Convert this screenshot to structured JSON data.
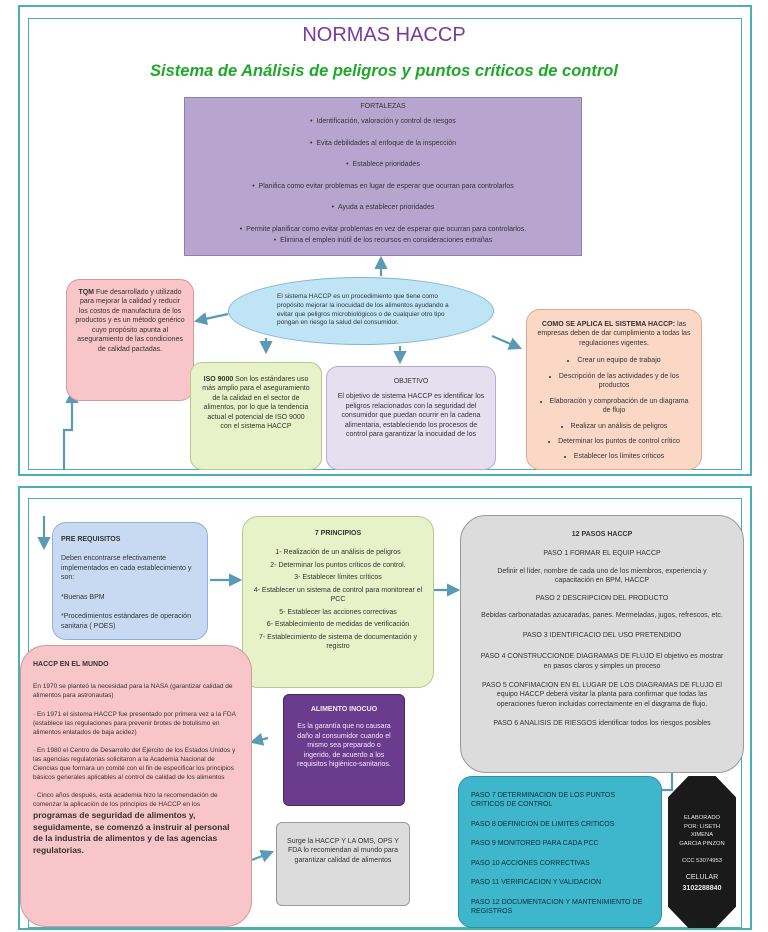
{
  "title": "NORMAS HACCP",
  "subtitle": "Sistema de Análisis de peligros y puntos críticos de control",
  "fortalezas": {
    "heading": "FORTALEZAS",
    "items": [
      "Identificación, valoración y control de riesgos",
      "Evita debilidades al enfoque de la inspección",
      "Establece prioridades",
      "Planifica como evitar problemas en lugar de esperar que ocurran para controlarlos",
      "Ayuda a establecer prioridades",
      "Permite planificar como evitar problemas en vez de esperar que ocurran para controlarlos.",
      "Elimina el empleo inútil de los recursos en consideraciones extrañas"
    ]
  },
  "central": "El sistema HACCP es un procedimiento que tiene como propósito mejorar la inocuidad de los alimentos ayudando a evitar que peligros microbiológicos o de cualquier otro tipo pongan en riesgo la salud del consumidor.",
  "tqm": {
    "label": "TQM",
    "text": " Fue desarrollado y utilizado para mejorar la calidad y reducir los costos de manufactura de los productos y es un método genérico cuyo propósito apunta al aseguramiento de las condiciones de calidad pactadas."
  },
  "iso": {
    "label": "ISO 9000",
    "text": " Son los estándares uso más amplio para el aseguramiento de la calidad en el sector de alimentos, por lo que la tendencia actual el potencial de ISO 9000 con el sistema HACCP"
  },
  "objetivo": {
    "heading": "OBJETIVO",
    "text": "El objetivo de sistema HACCP es identificar los peligros relacionados con la seguridad del consumidor que puedan ocurrir en la cadena alimentaria, estableciendo los procesos de control para garantizar la inocuidad de los"
  },
  "como": {
    "label": "COMO SE APLICA EL SISTEMA HACCP:",
    "text": " las empresas deben de dar cumplimiento a todas las regulaciones vigentes.",
    "items": [
      "Crear un equipo de trabajo",
      "Descripción de las actividades y de los productos",
      "Elaboración y comprobación de un diagrama de flujo",
      "Realizar un análisis de peligros",
      "Determinar los puntos de control crítico",
      "Establecer los límites críticos"
    ]
  },
  "prerequisitos": {
    "heading": "PRE REQUISITOS",
    "intro": "Deben encontrarse efectivamente implementados en cada establecimiento y son:",
    "items": [
      "*Buenas BPM",
      "*Procedimientos estándares de operación sanitaria ( POES)"
    ]
  },
  "principios": {
    "heading": "7 PRINCIPIOS",
    "items": [
      "1- Realización de un análisis de peligros",
      "2- Determinar los puntos críticos de control.",
      "3- Establecer límites críticos",
      "4- Establecer un sistema de control para monitorear el PCC",
      "5- Establecer las acciones correctivas",
      "6- Establecimiento de medidas de verificación",
      "7- Establecimiento de sistema de documentación y registro"
    ]
  },
  "pasos": {
    "heading": "12 PASOS HACCP",
    "items": [
      {
        "title": "PASO 1 FORMAR EL EQUIP HACCP",
        "text": "Definir el líder, nombre de cada uno de los miembros, experiencia y capacitación en BPM, HACCP"
      },
      {
        "title": "PASO 2 DESCRIPCION DEL PRODUCTO",
        "text": "Bebidas carbonatadas azucaradas, panes. Mermeladas, jugos, refrescos, etc."
      },
      {
        "title": "PASO 3 IDENTIFICACIO DEL USO PRETENDIDO",
        "text": ""
      },
      {
        "title": "PASO 4 CONSTRUCCIONDE DIAGRAMAS DE FLUJO",
        "text": "El objetivo es mostrar en pasos claros y simples un proceso"
      },
      {
        "title": "PASO 5 CONFIMACION EN EL LUGAR DE LOS DIAGRAMAS DE FLUJO",
        "text": "El equipo HACCP deberá visitar la planta para confirmar que todas las operaciones fueron incluidas correctamente en el diagrama de flujo."
      },
      {
        "title": "PASO 6 ANALISIS DE RIESGOS",
        "text": "identificar todos los riesgos posibles"
      }
    ]
  },
  "pasos2": [
    "PASO 7 DETERMINACION DE LOS PUNTOS CRITICOS DE CONTROL",
    "PASO 8 DEFINICION DE LIMITES CRITICOS",
    "PASO 9 MONITOREO PARA CADA PCC",
    "PASO 10 ACCIONES CORRECTIVAS",
    "PASO 11 VERIFICACION Y VALIDACION",
    "PASO 12 DOCUMENTACION Y MANTENIMIENTO DE REGISTROS"
  ],
  "mundo": {
    "heading": "HACCP EN EL MUNDO",
    "p1": "En 1970 se planteó la necesidad para la NASA (garantizar calidad de alimentos para astronautas)",
    "p2": "· En 1971 el sistema HACCP fue presentado por primera vez a la FDA (establece las regulaciones para prevenir brotes de botulismo en alimentos enlatados de baja acidez)",
    "p3": "· En 1980 el Centro de Desarrollo del Ejército de los Estados Unidos y las agencias regulatorias solicitaron a la Academia Nacional de Ciencias que formara un comité con el fin de especificar los principios básicos generales aplicables al control de calidad de los alimentos",
    "p4a": "· Cinco años después, esta academia hizo la recomendación de comenzar la aplicación de los principios de HACCP en los ",
    "p4b": "programas de seguridad de alimentos y, seguidamente, se comenzó a instruir al personal de la industria de alimentos y de las agencias regulatorias."
  },
  "inocuo": {
    "heading": "ALIMENTO INOCUO",
    "text": "Es la garantía que no causara daño al consumidor cuando el mismo sea preparado o ingerido, de acuerdo a los requisitos higiénico-sanitarios."
  },
  "oms": "Surge la HACCP Y LA OMS, OPS Y FDA lo recomiendan al mundo para garantizar calidad de alimentos",
  "autor": {
    "lines": [
      "ELABORADO",
      "POR: LISETH",
      "XIMENA",
      "GARCIA PINZON",
      "",
      "CCC 53074953",
      "",
      "CELULAR",
      "3102288840"
    ]
  },
  "colors": {
    "frame": "#4bb0b5",
    "title": "#7a3a9a",
    "subtitle": "#1fa82a",
    "fortalezas": "#b7a5cf",
    "ellipse": "#bfe4f5",
    "pink": "#f8c6c8",
    "green": "#e8f2c8",
    "lavender": "#e6dff0",
    "peach": "#fbd8c6",
    "blue": "#c7daf2",
    "grey": "#dcdcdc",
    "purple": "#6b3c8e",
    "teal": "#3eb6cc",
    "dark": "#1a1a1a"
  }
}
